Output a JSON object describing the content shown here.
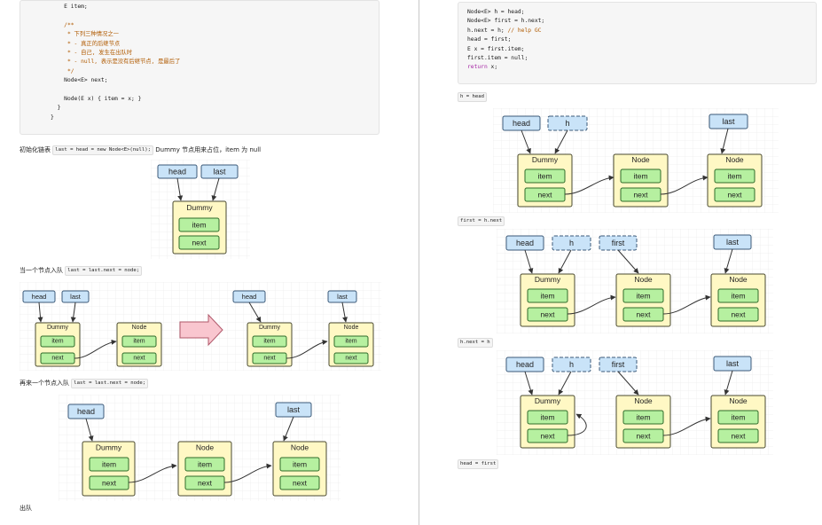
{
  "code_top_left": [
    {
      "text": "    E item;",
      "cls": ""
    },
    {
      "text": "",
      "cls": ""
    },
    {
      "text": "    /**",
      "cls": "c-com"
    },
    {
      "text": "     * 下列三种情况之一",
      "cls": "c-com"
    },
    {
      "text": "     * - 真正的后继节点",
      "cls": "c-com"
    },
    {
      "text": "     * - 自己, 发生在出队时",
      "cls": "c-com"
    },
    {
      "text": "     * - null, 表示是没有后继节点, 是最后了",
      "cls": "c-com"
    },
    {
      "text": "     */",
      "cls": "c-com"
    },
    {
      "text": "    Node<E> next;",
      "cls": ""
    },
    {
      "text": "",
      "cls": ""
    },
    {
      "text": "    Node(E x) { item = x; }",
      "cls": ""
    },
    {
      "text": "  }",
      "cls": ""
    },
    {
      "text": "}",
      "cls": ""
    }
  ],
  "code_top_right": [
    {
      "text": "Node<E> h = head;",
      "cls": ""
    },
    {
      "text": "Node<E> first = h.next;",
      "cls": ""
    },
    {
      "text": "h.next = h; // help GC",
      "cls": "mixed"
    },
    {
      "text": "head = first;",
      "cls": ""
    },
    {
      "text": "E x = first.item;",
      "cls": ""
    },
    {
      "text": "first.item = null;",
      "cls": ""
    },
    {
      "text": "return x;",
      "cls": "kw"
    }
  ],
  "left": {
    "init_prefix": "初始化链表",
    "init_code": "last = head = new Node<E>(null);",
    "init_suffix": "Dummy 节点用来占位，item 为 null",
    "enq1_prefix": "当一个节点入队",
    "enq1_code": "last = last.next = node;",
    "enq2_prefix": "再来一个节点入队",
    "enq2_code": "last = last.next = node;",
    "dequeue": "出队"
  },
  "right": {
    "step1_code": "h = head",
    "step2_code": "first = h.next",
    "step3_code": "h.next = h",
    "step4_code": "head = first"
  },
  "labels": {
    "head": "head",
    "last": "last",
    "h": "h",
    "first": "first",
    "dummy": "Dummy",
    "node": "Node",
    "item": "item",
    "next": "next"
  },
  "colors": {
    "pointer_fill": "#c9e3f8",
    "node_fill": "#fff8c4",
    "field_fill": "#b6f0a0",
    "transition_arrow": "#f9c6cf"
  }
}
